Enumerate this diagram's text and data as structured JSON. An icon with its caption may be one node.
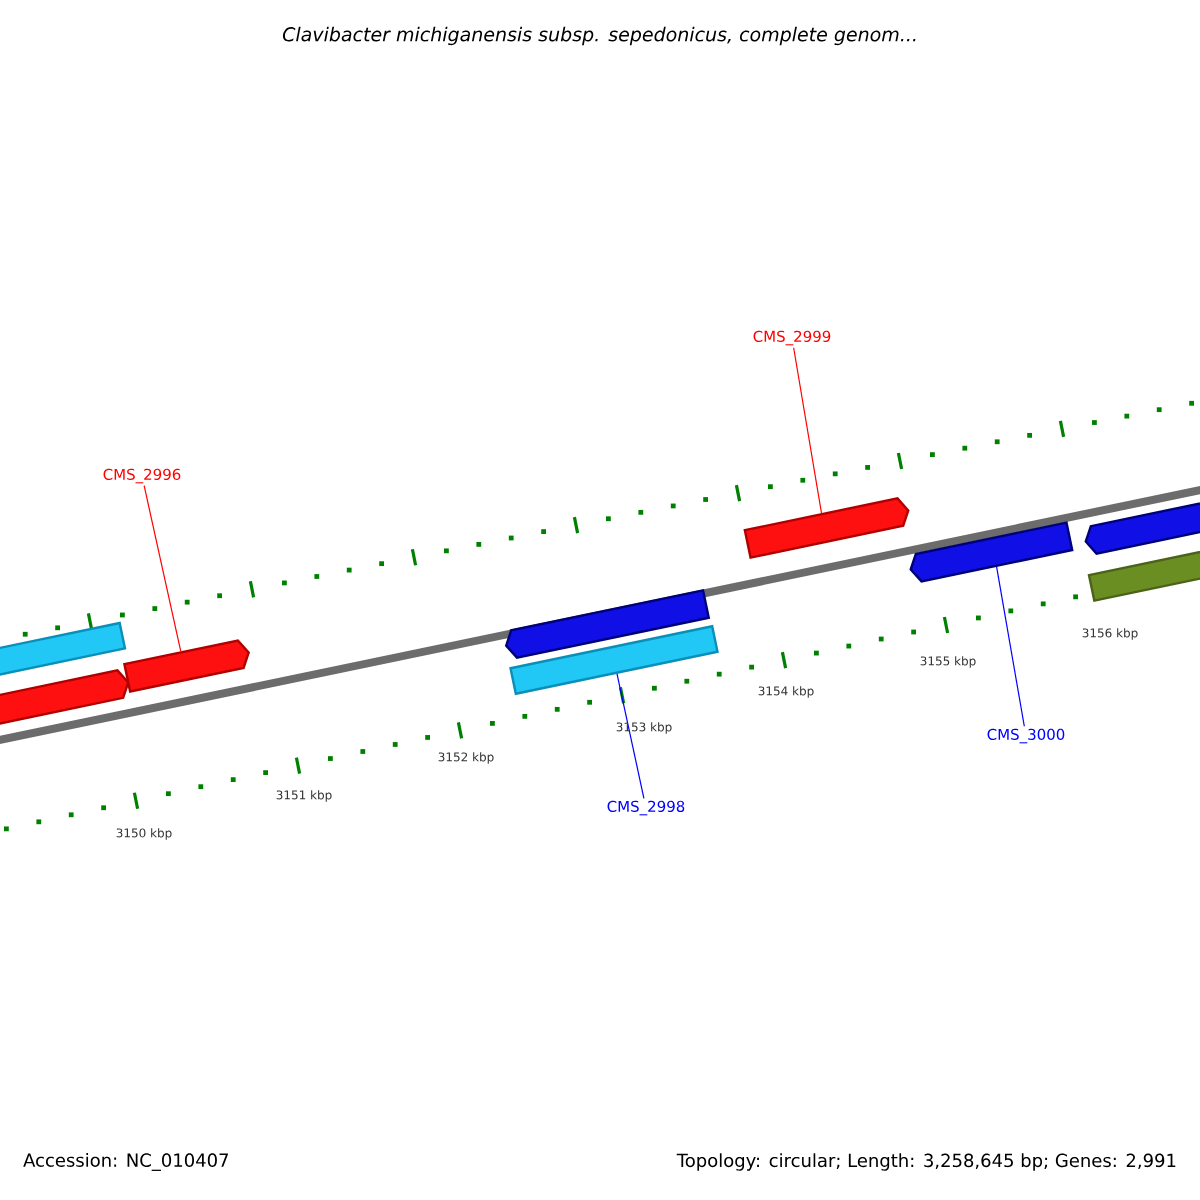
{
  "diagram": {
    "title": "Clavibacter michiganensis subsp. sepedonicus, complete genom...",
    "nodes": [
      {
        "text": [
          "CMS_2999"
        ]
      },
      {
        "text": [
          "CMS_2996"
        ]
      },
      {
        "text": [],
        "shape": "bar"
      },
      {
        "text": [],
        "shape": "bar"
      },
      {
        "text": [],
        "shape": "bar"
      },
      {
        "text": [],
        "shape": "bar"
      },
      {
        "text": [],
        "shape": "bar"
      },
      {
        "text": [],
        "shape": "bar"
      },
      {
        "text": [],
        "shape": "bar"
      },
      {
        "text": [],
        "shape": "bar"
      },
      {
        "text": [],
        "shape": "bar"
      },
      {
        "text": [
          "CMS_3000"
        ]
      },
      {
        "text": [
          "CMS_2998"
        ]
      }
    ],
    "edges": [
      {
        "from": 0,
        "to": 7,
        "arrow": "none",
        "color": "#ff0000"
      },
      {
        "from": 1,
        "to": 4,
        "arrow": "none",
        "color": "#ff0000"
      },
      {
        "from": 11,
        "to": 8,
        "arrow": "none",
        "color": "#0000ff"
      },
      {
        "from": 12,
        "to": 6,
        "arrow": "none",
        "color": "#0000ff"
      }
    ],
    "labels": [
      "3156 kbp",
      "3155 kbp",
      "3154 kbp",
      "3153 kbp",
      "3152 kbp",
      "3151 kbp",
      "3150 kbp",
      "Accession: NC_010407",
      "Topology: circular; Length: 3,258,645 bp; Genes: 2,991"
    ]
  }
}
